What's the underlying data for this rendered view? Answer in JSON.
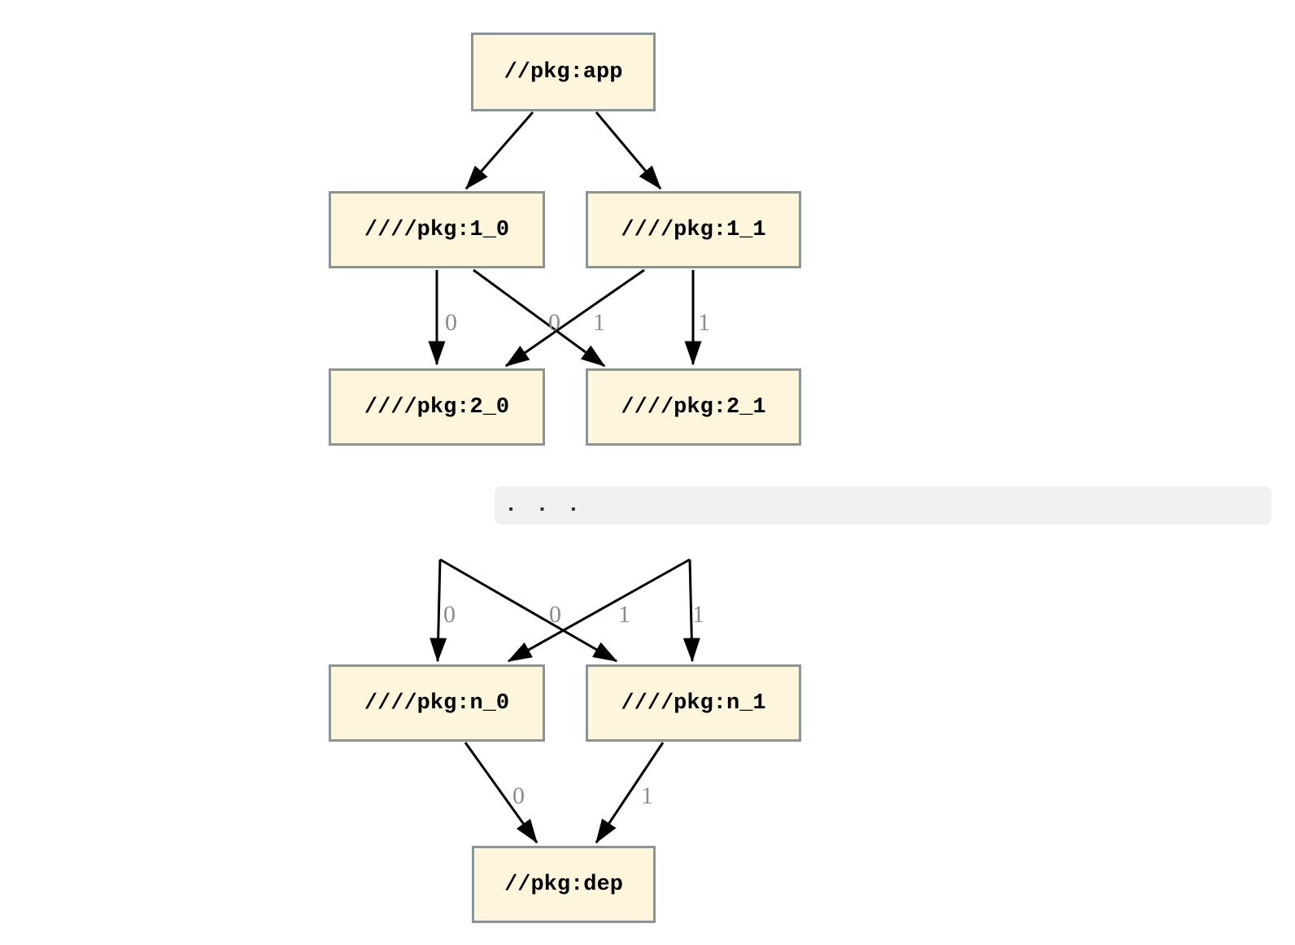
{
  "nodes": {
    "app": "//pkg:app",
    "l1_0": "////pkg:1_0",
    "l1_1": "////pkg:1_1",
    "l2_0": "////pkg:2_0",
    "l2_1": "////pkg:2_1",
    "ln_0": "////pkg:n_0",
    "ln_1": "////pkg:n_1",
    "dep": "//pkg:dep"
  },
  "edge_labels": {
    "l1_0_l2_0": "0",
    "l1_1_l2_0": "0",
    "l1_0_l2_1": "1",
    "l1_1_l2_1": "1",
    "prev0_ln_0": "0",
    "prev1_ln_0": "0",
    "prev0_ln_1": "1",
    "prev1_ln_1": "1",
    "ln_0_dep": "0",
    "ln_1_dep": "1"
  },
  "separator": {
    "text": ". . ."
  },
  "colors": {
    "page_bg": "#ffffff",
    "node_fill": "#fdf5dc",
    "node_border": "#8c9394",
    "node_text_color": "#000000",
    "edge_color": "#000000",
    "edge_label_color": "#8b8b8b",
    "ellipsis_bg": "#f1f1f1",
    "ellipsis_text_color": "#2f2f2f"
  }
}
